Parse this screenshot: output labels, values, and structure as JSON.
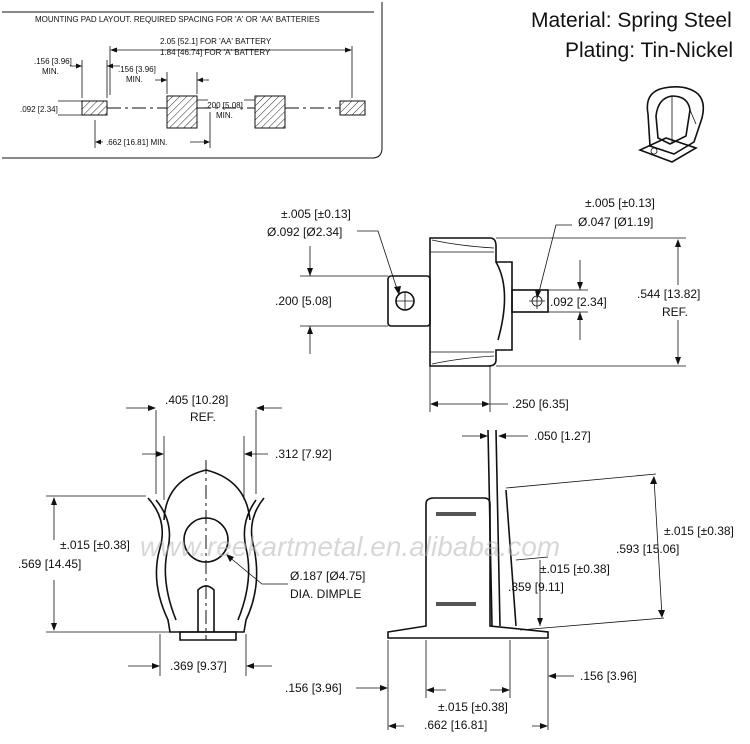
{
  "header": {
    "material": "Material: Spring Steel",
    "plating": "Plating: Tin-Nickel"
  },
  "pad_layout": {
    "title": "MOUNTING PAD LAYOUT.  REQUIRED SPACING FOR 'A' OR 'AA' BATTERIES",
    "dim_aa": "2.05 [52.1] FOR 'AA' BATTERY",
    "dim_a": "1.84 [46.74] FOR 'A' BATTERY",
    "pad_width": ".156 [3.96]",
    "pad_width_min": "MIN.",
    "pad_width_inner": ".156 [3.96]",
    "pad_width_inner_min": "MIN.",
    "pad_height": ".092 [2.34]",
    "gap": ".200 [5.08]",
    "gap_min": "MIN.",
    "span": ".662 [16.81] MIN."
  },
  "top_view": {
    "tol_left": "±.005 [±0.13]",
    "hole_left": "Ø.092 [Ø2.34]",
    "tab_height": ".200 [5.08]",
    "tol_right": "±.005 [±0.13]",
    "hole_right": "Ø.047 [Ø1.19]",
    "pin_height": ".092 [2.34]",
    "overall": ".544 [13.82]",
    "overall_ref": "REF.",
    "body_width": ".250 [6.35]"
  },
  "front_view": {
    "top_width": ".405 [10.28]",
    "top_width_ref": "REF.",
    "side_offset": ".312 [7.92]",
    "tol": "±.015 [±0.38]",
    "height": ".569 [14.45]",
    "dimple": "Ø.187 [Ø4.75]",
    "dimple_label": "DIA. DIMPLE",
    "base_width": ".369 [9.37]",
    "foot_width": ".156 [3.96]"
  },
  "side_view": {
    "thickness": ".050 [1.27]",
    "tol_top": "±.015 [±0.38]",
    "height": ".593 [15.06]",
    "tol_mid": "±.015 [±0.38]",
    "mid_height": ".359 [9.11]",
    "foot_right": ".156 [3.96]",
    "tol_bottom": "±.015 [±0.38]",
    "span": ".662 [16.81]"
  },
  "watermark": "www.reekartmetal.en.alibaba.com"
}
